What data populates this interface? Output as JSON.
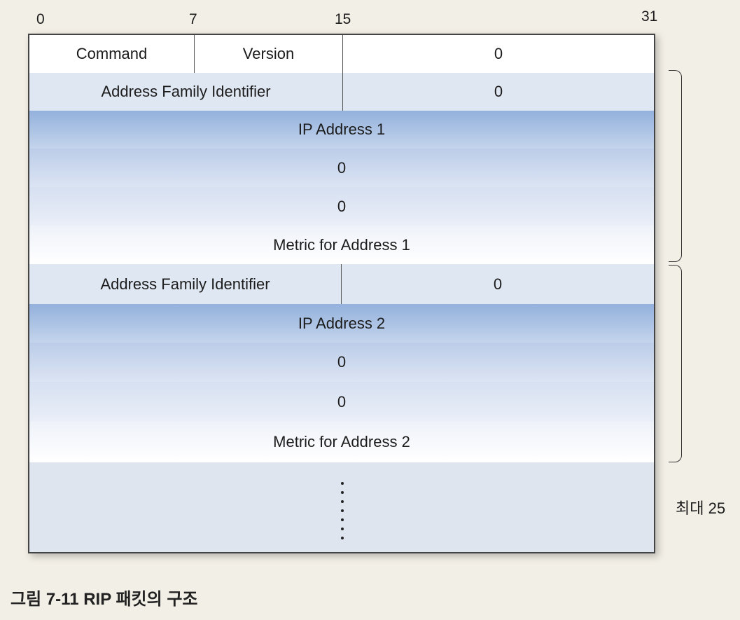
{
  "bit_labels": [
    "0",
    "7",
    "15",
    "31"
  ],
  "header_row": {
    "command": "Command",
    "version": "Version",
    "zero": "0"
  },
  "entries": [
    {
      "afi": "Address Family Identifier",
      "afi_zero": "0",
      "ip": "IP Address 1",
      "zero1": "0",
      "zero2": "0",
      "metric": "Metric for Address 1"
    },
    {
      "afi": "Address Family Identifier",
      "afi_zero": "0",
      "ip": "IP Address 2",
      "zero1": "0",
      "zero2": "0",
      "metric": "Metric for Address 2"
    }
  ],
  "side_note": "최대 25",
  "caption": "그림 7-11  RIP 패킷의 구조",
  "colors": {
    "blue_dark": "#93b1dc",
    "afi_bg": "#dfe7f2",
    "paper": "#f2efe6"
  }
}
